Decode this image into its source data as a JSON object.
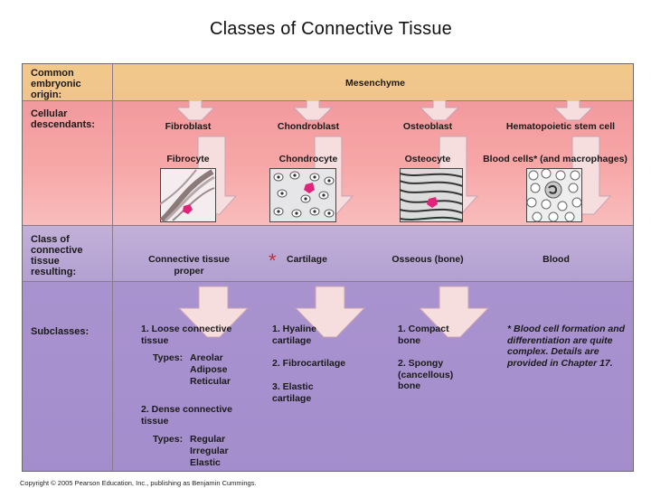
{
  "title": "Classes of Connective Tissue",
  "rows": {
    "origin_label": "Common embryonic origin:",
    "origin_value": "Mesenchyme",
    "descendants_label": "Cellular descendants:",
    "class_label": "Class of connective tissue resulting:",
    "subclasses_label": "Subclasses:"
  },
  "columns": [
    {
      "descendant": "Fibroblast",
      "mature": "Fibrocyte",
      "class": "Connective tissue proper"
    },
    {
      "descendant": "Chondroblast",
      "mature": "Chondrocyte",
      "class": "Cartilage"
    },
    {
      "descendant": "Osteoblast",
      "mature": "Osteocyte",
      "class": "Osseous (bone)"
    },
    {
      "descendant": "Hematopoietic stem cell",
      "mature": "Blood cells* (and macrophages)",
      "class": "Blood"
    }
  ],
  "subclasses": {
    "ctp": {
      "loose": "1. Loose connective tissue",
      "loose_types_label": "Types:",
      "loose_types": [
        "Areolar",
        "Adipose",
        "Reticular"
      ],
      "dense": "2. Dense connective tissue",
      "dense_types_label": "Types:",
      "dense_types": [
        "Regular",
        "Irregular",
        "Elastic"
      ]
    },
    "cartilage": [
      "1. Hyaline cartilage",
      "2. Fibrocartilage",
      "3. Elastic cartilage"
    ],
    "bone": [
      "1. Compact bone",
      "2. Spongy (cancellous) bone"
    ],
    "note": "* Blood cell formation and differentiation are quite complex. Details are provided in Chapter 17."
  },
  "asterisk": "*",
  "copyright": "Copyright © 2005 Pearson Education, Inc., publishing as Benjamin Cummings.",
  "colors": {
    "origin_band": "#f0c48d",
    "descendants_band": "#f7a6a6",
    "class_band": "#b2a0d2",
    "subclasses_band": "#a48dcc",
    "arrow_fill": "#f6dede",
    "asterisk": "#c0303a"
  }
}
